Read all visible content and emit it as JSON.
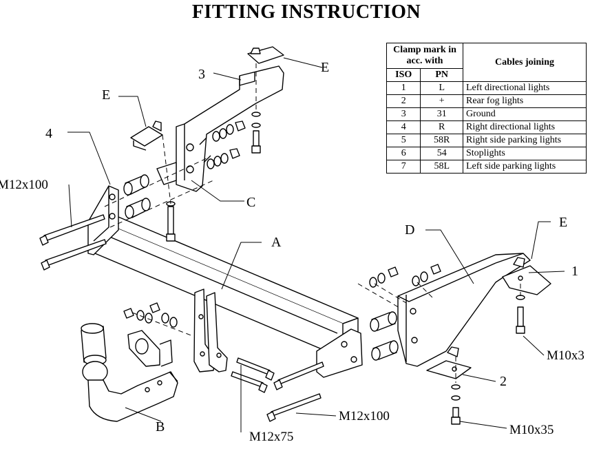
{
  "title": "FITTING INSTRUCTION",
  "table": {
    "header_clamp": "Clamp mark in acc. with",
    "header_cables": "Cables joining",
    "col_iso": "ISO",
    "col_pn": "PN",
    "rows": [
      {
        "iso": "1",
        "pn": "L",
        "desc": "Left directional lights"
      },
      {
        "iso": "2",
        "pn": "+",
        "desc": "Rear fog lights"
      },
      {
        "iso": "3",
        "pn": "31",
        "desc": "Ground"
      },
      {
        "iso": "4",
        "pn": "R",
        "desc": "Right directional lights"
      },
      {
        "iso": "5",
        "pn": "58R",
        "desc": "Right side parking lights"
      },
      {
        "iso": "6",
        "pn": "54",
        "desc": "Stoplights"
      },
      {
        "iso": "7",
        "pn": "58L",
        "desc": "Left side parking lights"
      }
    ]
  },
  "labels": {
    "A": "A",
    "B": "B",
    "C": "C",
    "D": "D",
    "E_top": "E",
    "E_left": "E",
    "E_right": "E",
    "n1": "1",
    "n2": "2",
    "n3": "3",
    "n4": "4"
  },
  "bolts": {
    "m12x100_left": "M12x100",
    "m12x100_bottom": "M12x100",
    "m12x75": "M12x75",
    "m10x35_right": "M10x3",
    "m10x35_bottom": "M10x35"
  }
}
